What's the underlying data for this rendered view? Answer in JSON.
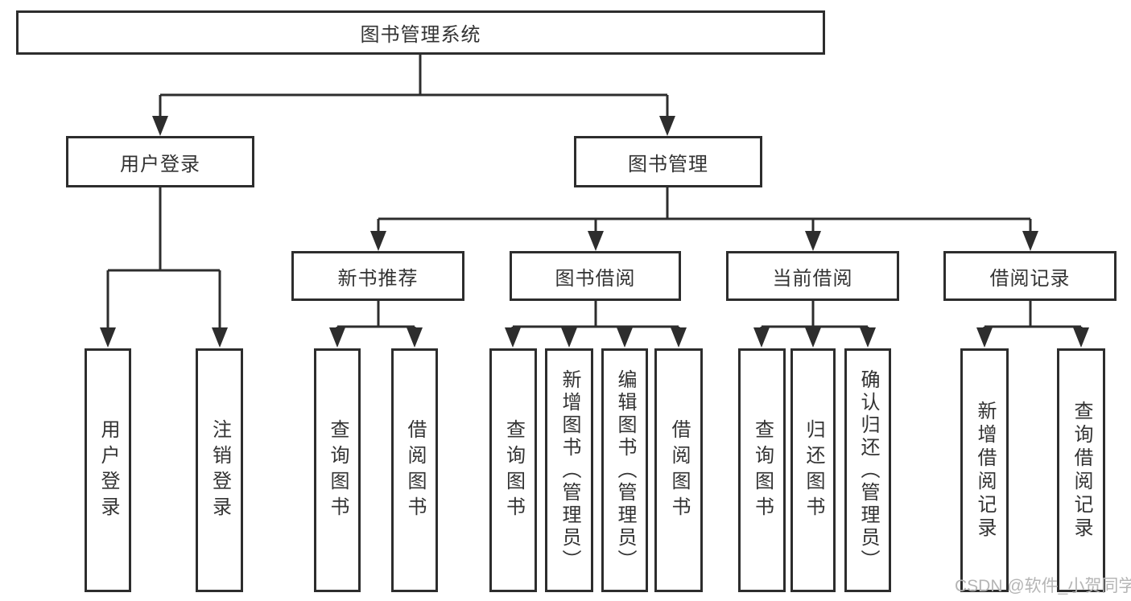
{
  "diagram": {
    "title": "图书管理系统",
    "level2": [
      {
        "label": "用户登录"
      },
      {
        "label": "图书管理"
      }
    ],
    "level3": [
      {
        "label": "新书推荐"
      },
      {
        "label": "图书借阅"
      },
      {
        "label": "当前借阅"
      },
      {
        "label": "借阅记录"
      }
    ],
    "leaves": [
      {
        "label": "用户登录"
      },
      {
        "label": "注销登录"
      },
      {
        "label": "查询图书"
      },
      {
        "label": "借阅图书"
      },
      {
        "label": "查询图书"
      },
      {
        "label": "新增图书（管理员）"
      },
      {
        "label": "编辑图书（管理员）"
      },
      {
        "label": "借阅图书"
      },
      {
        "label": "查询图书"
      },
      {
        "label": "归还图书"
      },
      {
        "label": "确认归还（管理员）"
      },
      {
        "label": "新增借阅记录"
      },
      {
        "label": "查询借阅记录"
      }
    ]
  },
  "watermark": {
    "text": "CSDN @软件_小贺同学"
  },
  "colors": {
    "line": "#2d2d2d",
    "border": "#2d2d2d",
    "text": "#333333",
    "watermark": "#b5b5b5",
    "background": "#ffffff"
  }
}
